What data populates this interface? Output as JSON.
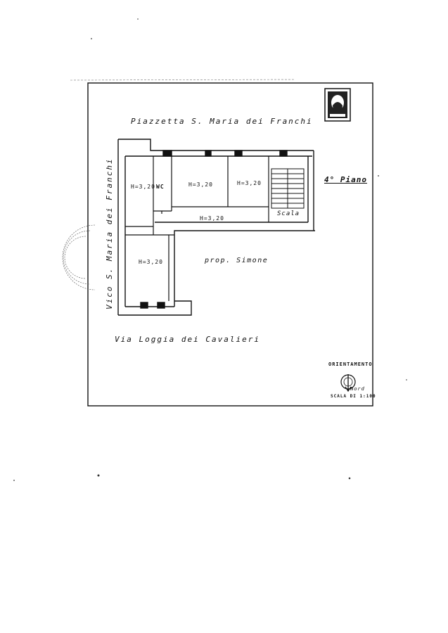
{
  "plan": {
    "street_north": "Piazzetta S. Maria dei Franchi",
    "street_west": "Vico S. Maria dei Franchi",
    "street_south": "Via Loggia dei Cavalieri",
    "floor": "4° Piano",
    "neighbor": "prop. Simone",
    "rooms": {
      "room_nw": "H=3,20",
      "wc": "WC",
      "room_center": "H=3,20",
      "room_ne": "H=3,20",
      "corridor": "H=3,20",
      "room_sw": "H=3,20",
      "stairs": "Scala"
    },
    "orientation_title": "ORIENTAMENTO",
    "north_label": "Nord",
    "scale": "SCALA DI 1:100"
  }
}
